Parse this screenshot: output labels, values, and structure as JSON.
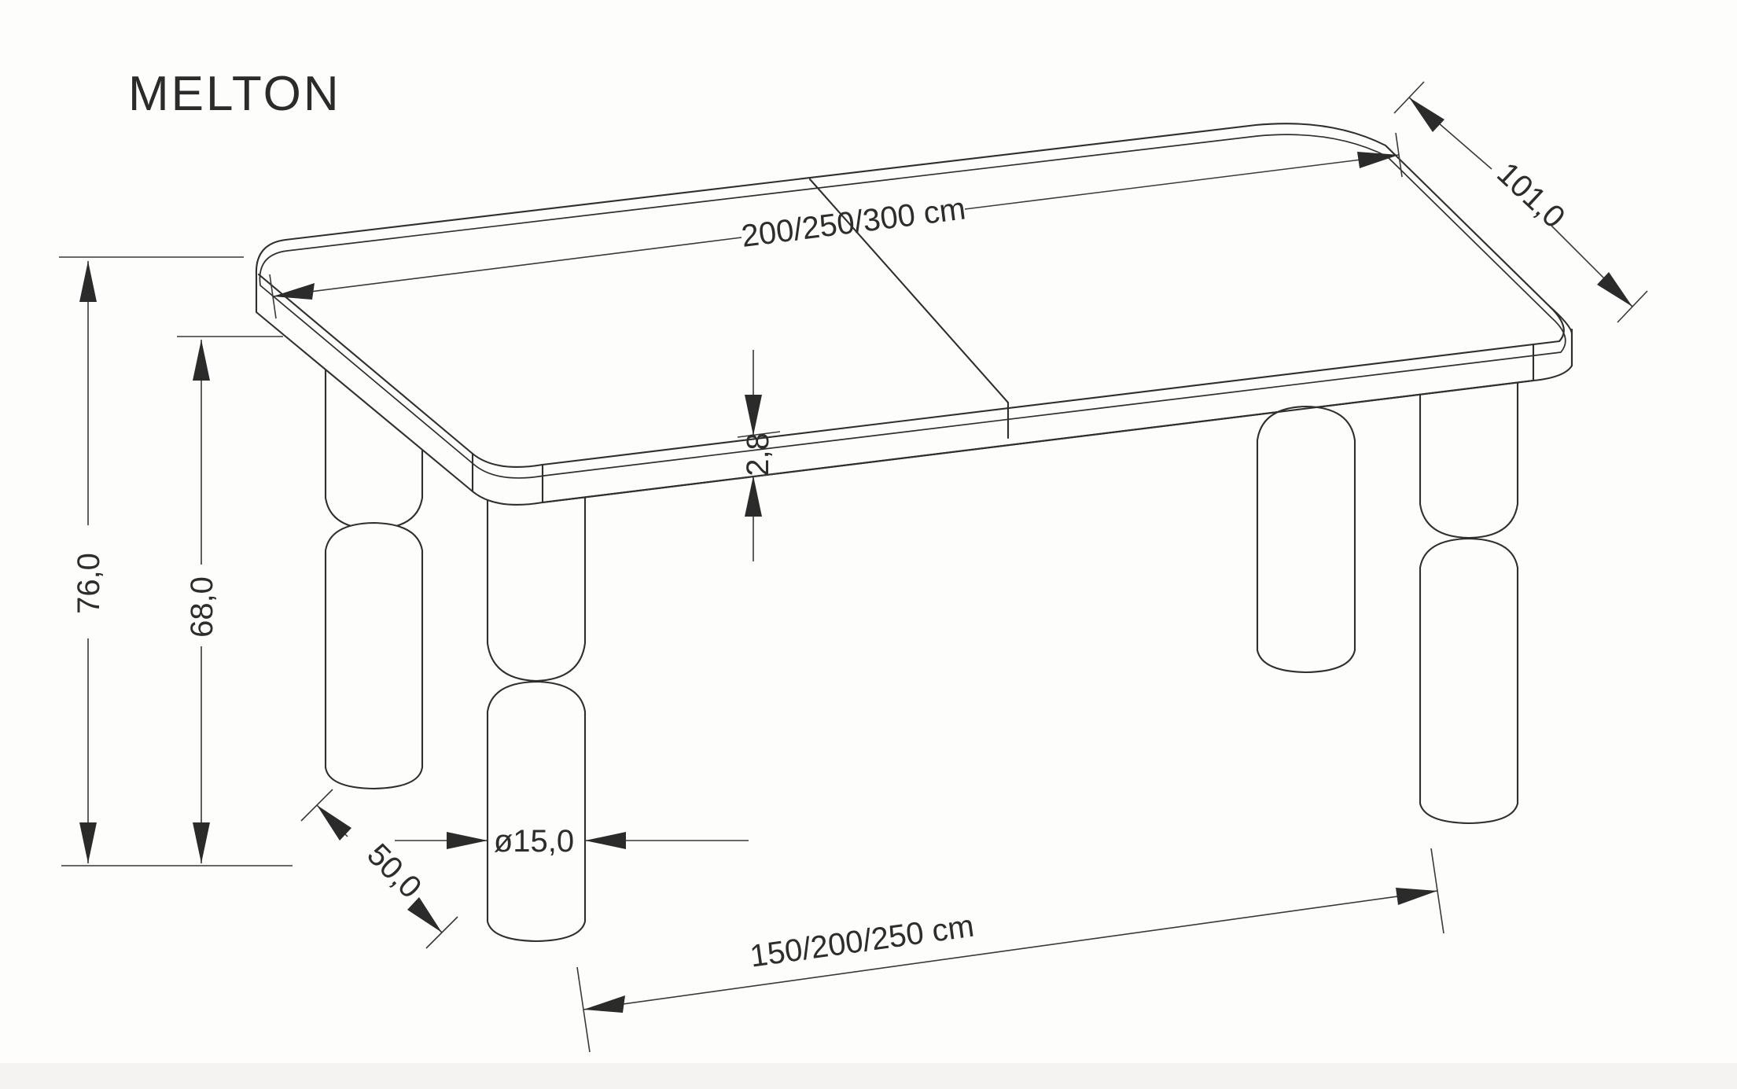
{
  "title": "MELTON",
  "dimensions": {
    "table_length": "200/250/300 cm",
    "table_depth": "101,0",
    "table_height": "76,0",
    "clearance_under_top": "68,0",
    "top_thickness": "2,8",
    "leg_diameter": "ø15,0",
    "leg_spacing_depth": "50,0",
    "leg_spacing_length": "150/200/250 cm"
  },
  "colors": {
    "line": "#2f2f2f",
    "dimension_line": "#3a3a3a",
    "text": "#2d2d2d",
    "background": "#fdfdfc"
  }
}
